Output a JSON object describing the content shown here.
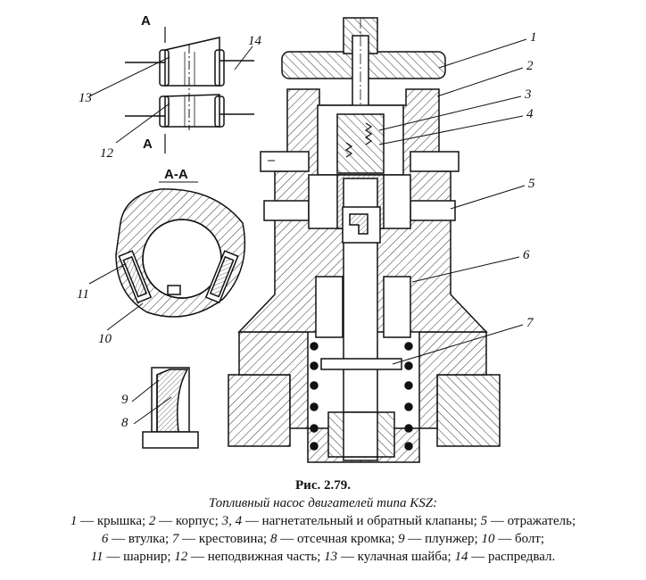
{
  "figure": {
    "number": "Рис. 2.79.",
    "title": "Топливный насос двигателей типа KSZ:",
    "legend": [
      [
        {
          "n": "1",
          "t": " — крышка; "
        },
        {
          "n": "2",
          "t": " — корпус; "
        },
        {
          "n": "3, 4",
          "t": " — нагнетательный и обратный клапаны; "
        },
        {
          "n": "5",
          "t": " — отражатель;"
        }
      ],
      [
        {
          "n": "6",
          "t": " — втулка; "
        },
        {
          "n": "7",
          "t": " — крестовина; "
        },
        {
          "n": "8",
          "t": " — отсечная кромка; "
        },
        {
          "n": "9",
          "t": " — плунжер; "
        },
        {
          "n": "10",
          "t": " — болт;"
        }
      ],
      [
        {
          "n": "11",
          "t": " — шарнир; "
        },
        {
          "n": "12",
          "t": " — неподвижная часть; "
        },
        {
          "n": "13",
          "t": " — кулачная шайба; "
        },
        {
          "n": "14",
          "t": " — распредвал."
        }
      ]
    ]
  },
  "section": {
    "label": "А-А",
    "letter_top": "А",
    "letter_bottom": "А"
  },
  "callouts": {
    "c1": "1",
    "c2": "2",
    "c3": "3",
    "c4": "4",
    "c5": "5",
    "c6": "6",
    "c7": "7",
    "c8": "8",
    "c9": "9",
    "c10": "10",
    "c11": "11",
    "c12": "12",
    "c13": "13",
    "c14": "14"
  }
}
